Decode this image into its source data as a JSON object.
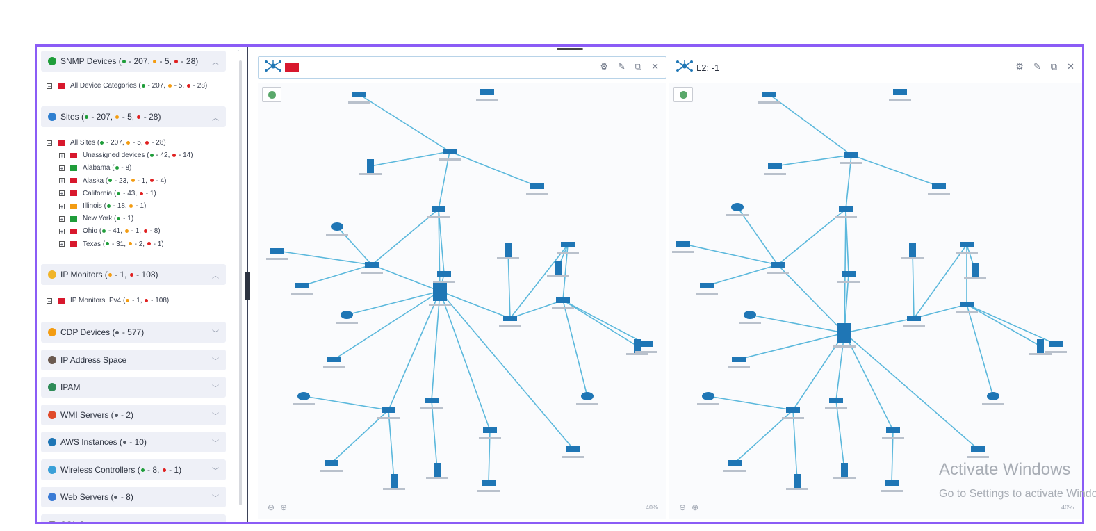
{
  "sidebar": {
    "sections": [
      {
        "label": "SNMP Devices",
        "counts": [
          "207",
          "5",
          "28"
        ],
        "colors": [
          "g",
          "o",
          "r"
        ],
        "icon": "green-check-circle-icon",
        "open": true
      },
      {
        "label": "Sites",
        "counts": [
          "207",
          "5",
          "28"
        ],
        "colors": [
          "g",
          "o",
          "r"
        ],
        "icon": "globe-icon",
        "open": true
      },
      {
        "label": "IP Monitors",
        "counts": [
          "1",
          "108"
        ],
        "colors": [
          "o",
          "r"
        ],
        "icon": "location-pin-icon",
        "open": true
      },
      {
        "label": "CDP Devices",
        "counts": [
          "577"
        ],
        "colors": [
          "gr"
        ],
        "icon": "cdp-icon",
        "open": false
      },
      {
        "label": "IP Address Space",
        "counts": [],
        "colors": [],
        "icon": "ip-address-space-icon",
        "open": false
      },
      {
        "label": "IPAM",
        "counts": [],
        "colors": [],
        "icon": "ipam-icon",
        "open": false
      },
      {
        "label": "WMI Servers",
        "counts": [
          "2"
        ],
        "colors": [
          "gr"
        ],
        "icon": "windows-logo-icon",
        "open": false
      },
      {
        "label": "AWS Instances",
        "counts": [
          "10"
        ],
        "colors": [
          "gr"
        ],
        "icon": "cloud-icon",
        "open": false
      },
      {
        "label": "Wireless Controllers",
        "counts": [
          "8",
          "1"
        ],
        "colors": [
          "g",
          "r"
        ],
        "icon": "wifi-icon",
        "open": false
      },
      {
        "label": "Web Servers",
        "counts": [
          "8"
        ],
        "colors": [
          "gr"
        ],
        "icon": "web-server-icon",
        "open": false
      },
      {
        "label": "SQL Servers",
        "counts": [],
        "colors": [],
        "icon": "sql-server-icon",
        "open": false
      }
    ],
    "snmp_tree": [
      {
        "label": "All Device Categories",
        "counts": [
          "207",
          "5",
          "28"
        ],
        "colors": [
          "g",
          "o",
          "r"
        ],
        "square": "#d8182d"
      }
    ],
    "sites_tree": [
      {
        "label": "All Sites",
        "counts": [
          "207",
          "5",
          "28"
        ],
        "colors": [
          "g",
          "o",
          "r"
        ],
        "square": "#d8182d",
        "level": 0
      },
      {
        "label": "Unassigned devices",
        "counts": [
          "42",
          "14"
        ],
        "colors": [
          "g",
          "r"
        ],
        "square": "#d8182d",
        "level": 1
      },
      {
        "label": "Alabama",
        "counts": [
          "8"
        ],
        "colors": [
          "g"
        ],
        "square": "#1f9d3a",
        "level": 1
      },
      {
        "label": "Alaska",
        "counts": [
          "23",
          "1",
          "4"
        ],
        "colors": [
          "g",
          "o",
          "r"
        ],
        "square": "#d8182d",
        "level": 1
      },
      {
        "label": "California",
        "counts": [
          "43",
          "1"
        ],
        "colors": [
          "g",
          "r"
        ],
        "square": "#d8182d",
        "level": 1
      },
      {
        "label": "Illinois",
        "counts": [
          "18",
          "1"
        ],
        "colors": [
          "g",
          "o"
        ],
        "square": "#f39c12",
        "level": 1
      },
      {
        "label": "New York",
        "counts": [
          "1"
        ],
        "colors": [
          "g"
        ],
        "square": "#1f9d3a",
        "level": 1
      },
      {
        "label": "Ohio",
        "counts": [
          "41",
          "1",
          "8"
        ],
        "colors": [
          "g",
          "o",
          "r"
        ],
        "square": "#d8182d",
        "level": 1
      },
      {
        "label": "Texas",
        "counts": [
          "31",
          "2",
          "1"
        ],
        "colors": [
          "g",
          "o",
          "r"
        ],
        "square": "#d8182d",
        "level": 1
      }
    ],
    "ip_tree": [
      {
        "label": "IP Monitors IPv4",
        "counts": [
          "1",
          "108"
        ],
        "colors": [
          "o",
          "r"
        ],
        "square": "#d8182d"
      }
    ]
  },
  "panels": [
    {
      "title": "",
      "zoom": "40%",
      "has_red_tag": true
    },
    {
      "title": "L2: -1",
      "zoom": "40%",
      "has_red_tag": false
    }
  ],
  "watermark": {
    "line1": "Activate Windows",
    "line2": "Go to Settings to activate Windows."
  },
  "colors": {
    "accent": "#8b5cf6",
    "link": "#5bb8dc",
    "node": "#1f76b5"
  }
}
